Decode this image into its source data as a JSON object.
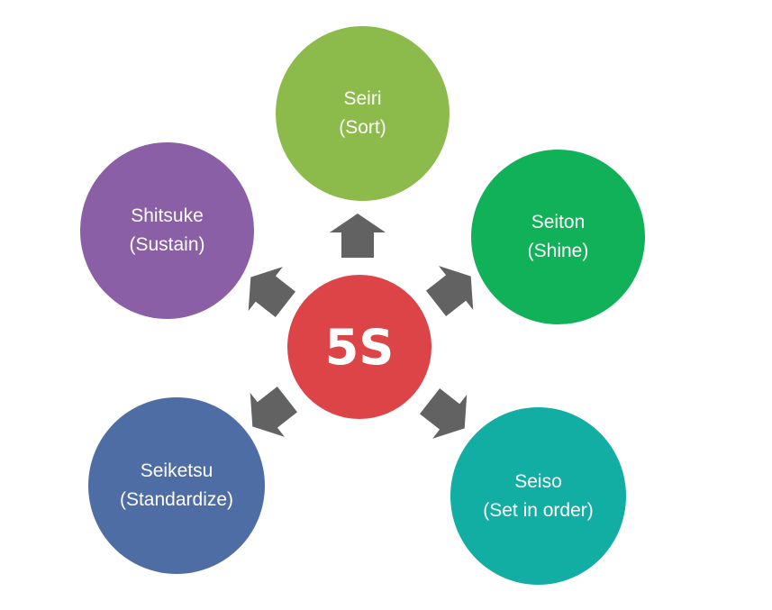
{
  "center": {
    "label": "5S",
    "color": "#dc4448"
  },
  "arrow_color": "#626262",
  "nodes": [
    {
      "name": "Seiri",
      "meaning": "(Sort)",
      "color": "#8dbb4b"
    },
    {
      "name": "Seiton",
      "meaning": "(Shine)",
      "color": "#10b159"
    },
    {
      "name": "Seiso",
      "meaning": "(Set in order)",
      "color": "#12ada3"
    },
    {
      "name": "Seiketsu",
      "meaning": "(Standardize)",
      "color": "#4e6da4"
    },
    {
      "name": "Shitsuke",
      "meaning": "(Sustain)",
      "color": "#8a5fa5"
    }
  ]
}
